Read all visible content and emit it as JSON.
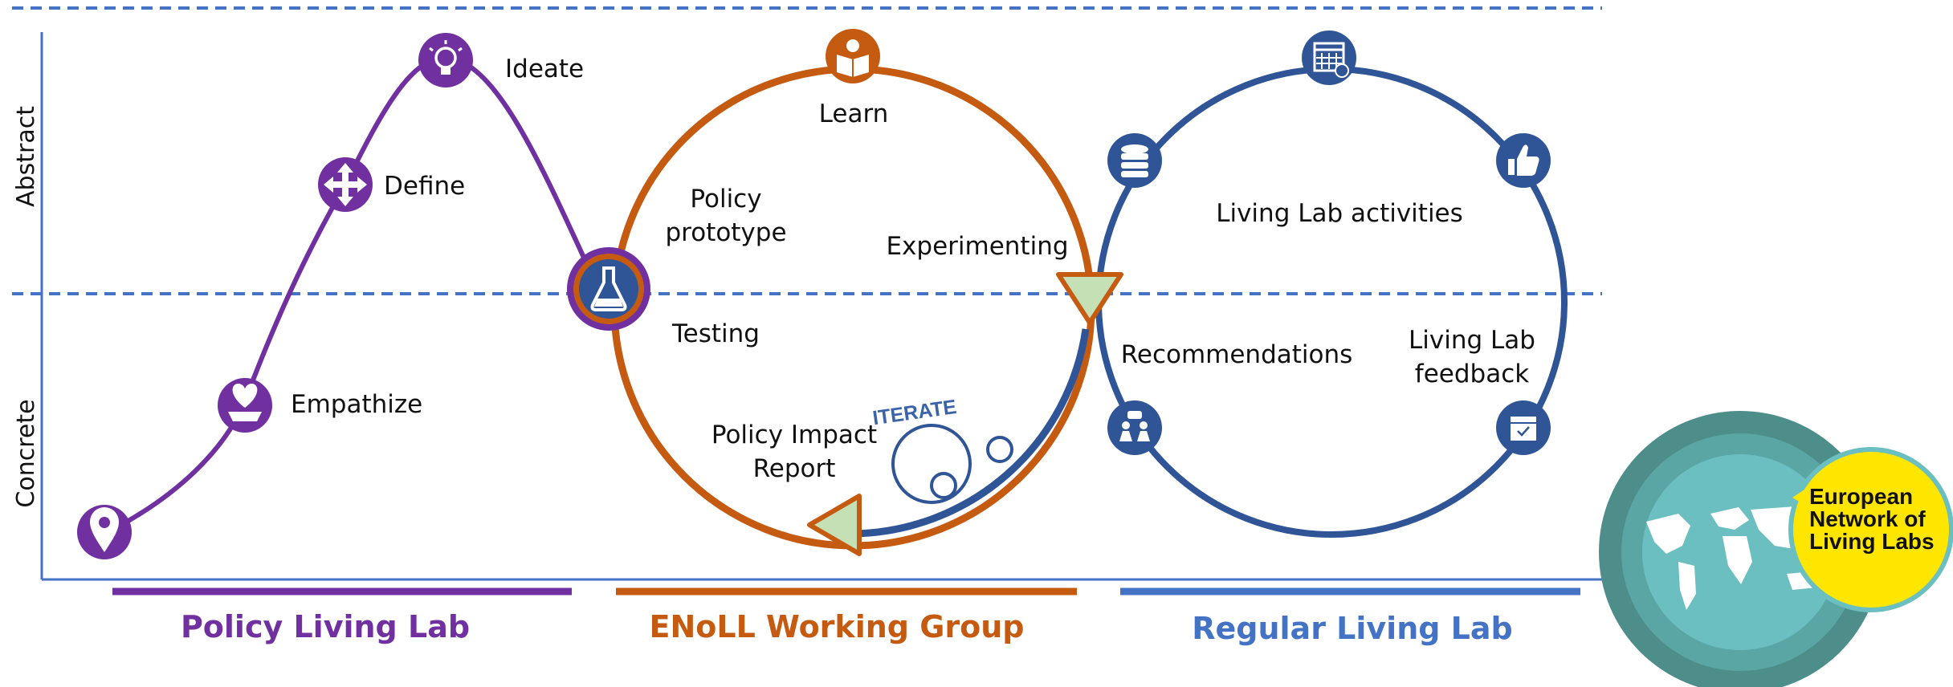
{
  "axis": {
    "abstract": "Abstract",
    "concrete": "Concrete"
  },
  "stages": {
    "ideate": "Ideate",
    "define": "Define",
    "empathize": "Empathize",
    "learn": "Learn",
    "policy_prototype_1": "Policy",
    "policy_prototype_2": "prototype",
    "experimenting": "Experimenting",
    "testing": "Testing",
    "policy_impact_1": "Policy Impact",
    "policy_impact_2": "Report",
    "iterate": "ITERATE",
    "living_lab_activities": "Living Lab activities",
    "recommendations": "Recommendations",
    "living_lab_feedback_1": "Living Lab",
    "living_lab_feedback_2": "feedback"
  },
  "sections": {
    "policy_living_lab": "Policy Living Lab",
    "enoll_working_group": "ENoLL Working Group",
    "regular_living_lab": "Regular Living Lab"
  },
  "logo": {
    "line1": "European",
    "line2": "Network of",
    "line3": "Living Labs"
  },
  "colors": {
    "purple": "#7030a0",
    "orange": "#c55a11",
    "blue": "#2f5597",
    "axis_blue": "#4472c4",
    "triangle_fill": "#c5e0b4",
    "logo_yellow": "#ffe600",
    "logo_teal": "#6bbfc0"
  },
  "icons": [
    "location-pin-icon",
    "heart-hand-icon",
    "directions-icon",
    "lightbulb-icon",
    "flask-icon",
    "reading-person-icon",
    "calendar-icon",
    "database-icon",
    "thumbs-up-icon",
    "meeting-icon",
    "box-check-icon",
    "world-map-icon"
  ]
}
